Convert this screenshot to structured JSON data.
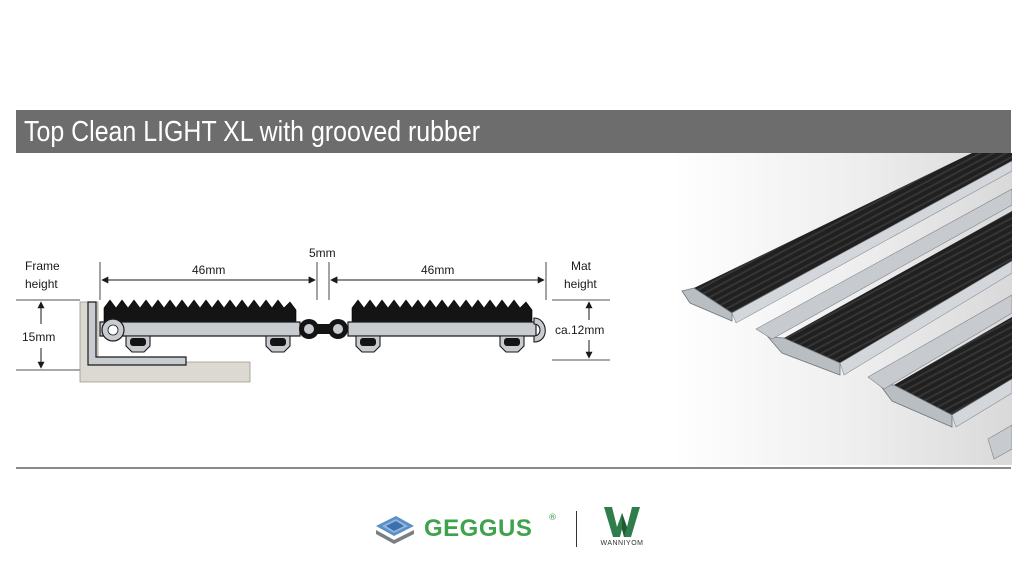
{
  "header": {
    "title": "Top Clean LIGHT XL with grooved rubber"
  },
  "diagram": {
    "frame_height_label": [
      "Frame",
      "height"
    ],
    "frame_height_value": "15mm",
    "mat_height_label": [
      "Mat",
      "height"
    ],
    "mat_height_value": "ca.12mm",
    "profile_width_left": "46mm",
    "gap_width": "5mm",
    "profile_width_right": "46mm"
  },
  "footer": {
    "brand_primary": "GEGGUS",
    "brand_primary_mark": "®",
    "brand_secondary_letter": "W",
    "brand_secondary": "WANNIYOM"
  },
  "colors": {
    "title_bar": "#6d6d6d",
    "rubber": "#141414",
    "aluminium": "#c8ccd0",
    "geggus_green": "#3fa34d",
    "wanniyom_green": "#2f7d4a"
  },
  "icons": [
    "geggus-logo-icon",
    "wanniyom-logo-icon"
  ]
}
